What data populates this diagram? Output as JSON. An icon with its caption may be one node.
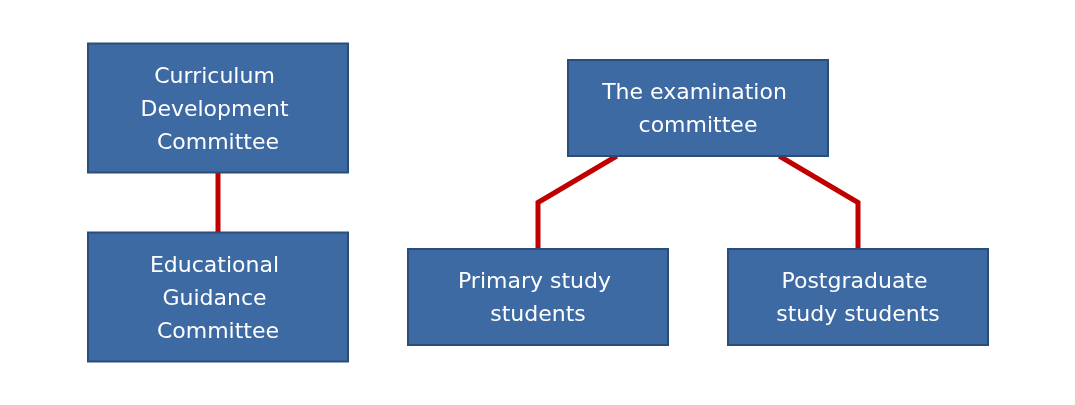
{
  "diagram": {
    "nodes": [
      {
        "text": [
          "Curriculum Development Committee"
        ]
      },
      {
        "text": [
          "Educational Guidance Committee"
        ]
      },
      {
        "text": [
          "The examination committee"
        ]
      },
      {
        "text": [
          "Primary study students"
        ]
      },
      {
        "text": [
          "Postgraduate study students"
        ]
      }
    ],
    "edges": [
      {
        "from": 0,
        "to": 1,
        "arrow": "none"
      },
      {
        "from": 2,
        "to": 3,
        "arrow": "none"
      },
      {
        "from": 2,
        "to": 4,
        "arrow": "none"
      }
    ]
  }
}
